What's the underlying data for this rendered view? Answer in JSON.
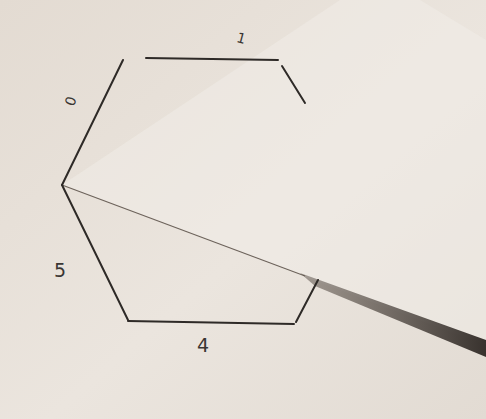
{
  "diagram": {
    "labels": [
      "1",
      "0",
      "5",
      "4"
    ]
  }
}
